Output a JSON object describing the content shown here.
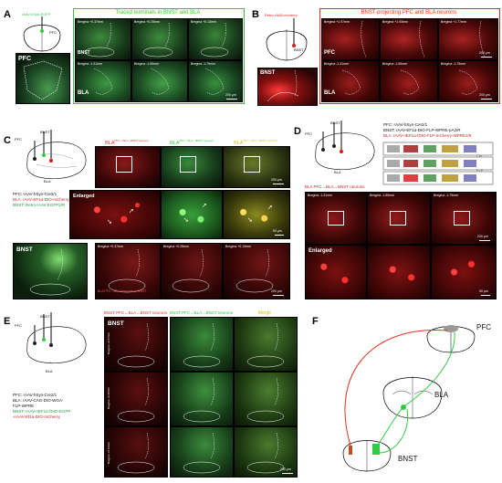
{
  "panels": {
    "A": {
      "letter": "A",
      "virus_label": "rAAV-hSyn-EGFP",
      "region_pfc": "PFC",
      "title": "Traced terminals in BNST and BLA",
      "top_row": [
        "Bregma +0.37mm",
        "Bregma +0.25mm",
        "Bregma +0.13mm"
      ],
      "bottom_row": [
        "Bregma -1.31mm",
        "Bregma -1.55mm",
        "Bregma -1.79mm"
      ],
      "bnst_label": "BNST",
      "bla_label": "BLA",
      "struct_labels": {
        "lv": "lv",
        "stmv": "STMV",
        "ac": "ac"
      },
      "scale": "200 μm"
    },
    "B": {
      "letter": "B",
      "virus_label": "Retro-rAAV-mcherry",
      "region_bnst": "BNST",
      "title": "BNST-projecting PFC and BLA neurons",
      "top_row": [
        "Bregma +1.97mm",
        "Bregma +1.93mm",
        "Bregma +1.77mm"
      ],
      "bottom_row": [
        "Bregma -1.31mm",
        "Bregma -1.55mm",
        "Bregma -1.79mm"
      ],
      "pfc_label": "PFC",
      "bla_label": "BLA",
      "scale": "200 μm"
    },
    "C": {
      "letter": "C",
      "inj_labels": {
        "bnst": "BNST",
        "pfc": "PFC",
        "bla": "BLA"
      },
      "titles": [
        "BLA",
        "BLA",
        "BLA"
      ],
      "title_sups": [
        "PFC→BLA→BNST neurons",
        "PFC→BLA→BNST neurons",
        "PFC→BLA→BNST neurons"
      ],
      "legend": [
        {
          "text": "PFC: rAAV-hSyn-Cre2/1",
          "color": "#111111"
        },
        {
          "text": "BLA: rAAV-EF1α-DIO-mCherry2/9",
          "color": "#d22020"
        },
        {
          "text": "BNST: Retro-rAAV-EGFP2/R",
          "color": "#1f9e3c"
        }
      ],
      "enlarged": "Enlarged",
      "bnst_label": "BNST",
      "bottom_row": [
        "Bregma +0.37mm",
        "Bregma +0.25mm",
        "Bregma +0.13mm"
      ],
      "note": "BLA PFC→BLA terminals in BNST",
      "scale": "200 μm",
      "scale_small": "50 μm"
    },
    "D": {
      "letter": "D",
      "inj_labels": {
        "bnst": "BNST",
        "pfc": "PFC",
        "bla": "BLA"
      },
      "legend": [
        {
          "text": "PFC: rAAV-hSyn-Cre2/1",
          "color": "#111111"
        },
        {
          "text": "BNST: rAAV-EF1α-DIO-FLP-WPRE-pA2/R",
          "color": "#111111"
        },
        {
          "text": "BLA: rAAV-nEF1α-fDIO-FLP-mCherry-WPRE2/9",
          "color": "#d22020"
        }
      ],
      "cell_label": "BLA PFC→BLA→BNST neurons",
      "top_row": [
        "Bregma -1.31mm",
        "Bregma -1.55mm",
        "Bregma -1.79mm"
      ],
      "enlarged": "Enlarged",
      "construct_labels": [
        "Cre",
        "FLP"
      ],
      "scale": "200 μm",
      "scale_small": "50 μm"
    },
    "E": {
      "letter": "E",
      "inj_labels": {
        "bnst": "BNST",
        "pfc": "PFC",
        "bla": "BLA"
      },
      "titles": [
        "BNST PFC→BLA→BNST neurons",
        "BNST PFC→BLA→BNST neurons",
        "Merge"
      ],
      "bnst_label": "BNST",
      "rows": [
        "Bregma +0.37mm",
        "Bregma +0.25mm",
        "Bregma +0.13mm"
      ],
      "legend": [
        {
          "text": "PFC: rAAV-hSyn-Cre2/1",
          "color": "#111111"
        },
        {
          "text": "BLA: rAAV-CAG-DIO-WGA-",
          "color": "#111111"
        },
        {
          "text": "FLP-WPRE",
          "color": "#111111"
        },
        {
          "text": "BNST: rAAV-nEF1α-fDIO-EGFP",
          "color": "#1f9e3c"
        },
        {
          "text": "+rAAV-Ef1α-DIO-mCherry",
          "color": "#d22020"
        }
      ],
      "scale": "200 μm"
    },
    "F": {
      "letter": "F",
      "pfc": "PFC",
      "bla": "BLA",
      "bnst": "BNST"
    }
  },
  "colors": {
    "green": "#2ecc40",
    "red": "#ff2a2a",
    "bracket_green": "#35c24a",
    "bracket_red": "#d8322f"
  }
}
